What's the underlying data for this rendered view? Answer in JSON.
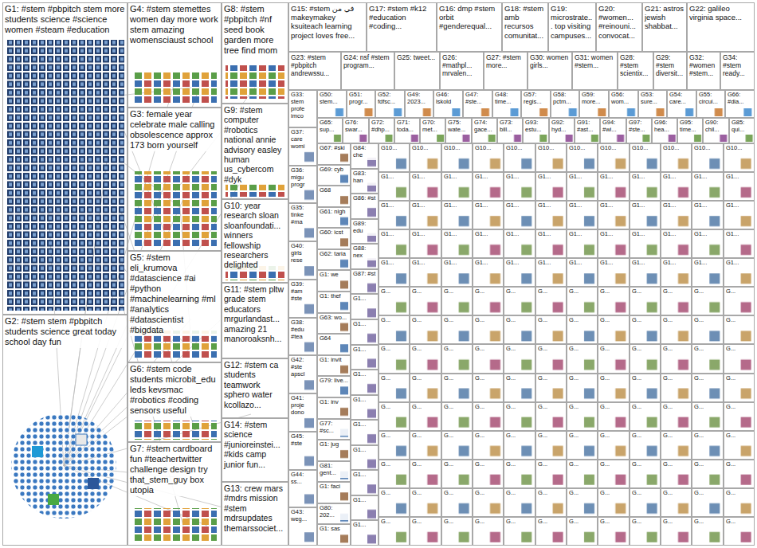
{
  "diagram": {
    "nodes": [
      {
        "text": [
          "G1: #stem #pbpitch stem more students science #science women #steam #education"
        ]
      },
      {
        "text": [
          "G2: #stem stem #pbpitch students science great today school day fun"
        ]
      },
      {
        "text": [
          "G4: #stem stemettes women day more work stem amazing womensciaust school"
        ]
      },
      {
        "text": [
          "G3: female year celebrate male calling obsolescence approx 173 born yourself"
        ]
      },
      {
        "text": [
          "G5: #stem eli_krumova #datascience #ai #python #machinelearning #ml #analytics #datascientist #bigdata"
        ]
      },
      {
        "text": [
          "G6: #stem code students microbit_edu leds kevsmac #robotics #coding sensors useful"
        ]
      },
      {
        "text": [
          "G7: #stem cardboard fun #teachertwitter challenge design try that_stem_guy box utopia"
        ]
      },
      {
        "text": [
          "G8: #stem #pbpitch #nf seed book garden more tree find mom"
        ]
      },
      {
        "text": [
          "G9: #stem computer #robotics national annie advisory easley human us_cybercom #dyk"
        ]
      },
      {
        "text": [
          "G10: year research sloan sloanfoundati... winners fellowship researchers delighted"
        ]
      },
      {
        "text": [
          "G11: #stem pltw grade stem educators mrgurlandast... amazing 21 manoroaksnh..."
        ]
      },
      {
        "text": [
          "G12: #stem ca students teamwork sphero water kcollazo..."
        ]
      },
      {
        "text": [
          "G14: #stem science #junioreinstei... #kids camp junior fun..."
        ]
      },
      {
        "text": [
          "G13: crew mars #mdrs mission #stem mdrsupdates themarssociet..."
        ]
      },
      {
        "text": [
          "G15: #stem في من makeymakey ksuiteach learning project loves free..."
        ]
      },
      {
        "text": [
          "G17: #stem #k12 #education #coding..."
        ]
      },
      {
        "text": [
          "G16: dmp #stem orbit #genderequal..."
        ]
      },
      {
        "text": [
          "G18: #stem amb recursos comunitat..."
        ]
      },
      {
        "text": [
          "G19: microstrate... top visiting campuses..."
        ]
      },
      {
        "text": [
          "G20: #women... #reinouni... convocat..."
        ]
      },
      {
        "text": [
          "G21: astros jewish shabbat..."
        ]
      },
      {
        "text": [
          "G22: galileo virginia space..."
        ]
      },
      {
        "text": [
          "G23: #stem #pbpitch andrewssu..."
        ]
      },
      {
        "text": [
          "G24: nsf #stem program..."
        ]
      },
      {
        "text": [
          "G25: tweet..."
        ]
      },
      {
        "text": [
          "G26: #mathpl... mrvalen..."
        ]
      },
      {
        "text": [
          "G27: #stem more..."
        ]
      },
      {
        "text": [
          "G30: women girls..."
        ]
      },
      {
        "text": [
          "G31: women #stem..."
        ]
      },
      {
        "text": [
          "G28: #stem scientix..."
        ]
      },
      {
        "text": [
          "G29: #stem diversit..."
        ]
      },
      {
        "text": [
          "G32: #women #stem..."
        ]
      },
      {
        "text": [
          "G34: #stem ready..."
        ]
      },
      {
        "text": [
          "G33: stem profe imco"
        ]
      },
      {
        "text": [
          "G50: stem..."
        ]
      },
      {
        "text": [
          "G51: progr..."
        ]
      },
      {
        "text": [
          "G52: fdfsc..."
        ]
      },
      {
        "text": [
          "G49: 2023..."
        ]
      },
      {
        "text": [
          "G46: lskold"
        ]
      },
      {
        "text": [
          "G47: #ste..."
        ]
      },
      {
        "text": [
          "G48: time..."
        ]
      },
      {
        "text": [
          "G57: regis..."
        ]
      },
      {
        "text": [
          "G58: pctm..."
        ]
      },
      {
        "text": [
          "G59: more..."
        ]
      },
      {
        "text": [
          "G56: wom..."
        ]
      },
      {
        "text": [
          "G53: sure..."
        ]
      },
      {
        "text": [
          "G54: care..."
        ]
      },
      {
        "text": [
          "G55: circui..."
        ]
      },
      {
        "text": [
          "G66: #dia..."
        ]
      },
      {
        "text": [
          "G65: sup..."
        ]
      },
      {
        "text": [
          "G76: swar..."
        ]
      },
      {
        "text": [
          "G72: #dhp..."
        ]
      },
      {
        "text": [
          "G71: toda..."
        ]
      },
      {
        "text": [
          "G70: met..."
        ]
      },
      {
        "text": [
          "G75: wate..."
        ]
      },
      {
        "text": [
          "G74: gace..."
        ]
      },
      {
        "text": [
          "G73: bill..."
        ]
      },
      {
        "text": [
          "G93: estu..."
        ]
      },
      {
        "text": [
          "G92: hyd..."
        ]
      },
      {
        "text": [
          "G91: #ast..."
        ]
      },
      {
        "text": [
          "G94: #wi..."
        ]
      },
      {
        "text": [
          "G97: #ste..."
        ]
      },
      {
        "text": [
          "G96: hea..."
        ]
      },
      {
        "text": [
          "G95: time..."
        ]
      },
      {
        "text": [
          "G90: chil..."
        ]
      },
      {
        "text": [
          "G85: qui..."
        ]
      },
      {
        "text": [
          "G37: care womi"
        ]
      },
      {
        "text": [
          "G36: migu progr"
        ]
      },
      {
        "text": [
          "G35: tinke #ma"
        ]
      },
      {
        "text": [
          "G40: girls rese"
        ]
      },
      {
        "text": [
          "G39: #am #ste"
        ]
      },
      {
        "text": [
          "G38: #edu #tea"
        ]
      },
      {
        "text": [
          "G42: #ste apscl"
        ]
      },
      {
        "text": [
          "G41: proje dono"
        ]
      },
      {
        "text": [
          "G45: #ste"
        ]
      },
      {
        "text": [
          "G44: ss..."
        ]
      },
      {
        "text": [
          "G43: weg..."
        ]
      },
      {
        "text": [
          "G67: #ski"
        ]
      },
      {
        "text": [
          "G69: cyb"
        ]
      },
      {
        "text": [
          "G68"
        ]
      },
      {
        "text": [
          "G61: nigh"
        ]
      },
      {
        "text": [
          "G60: icst"
        ]
      },
      {
        "text": [
          "G62: taria"
        ]
      },
      {
        "text": [
          "G1: we"
        ]
      },
      {
        "text": [
          "G1: thef"
        ]
      },
      {
        "text": [
          "G63: wo..."
        ]
      },
      {
        "text": [
          "G64"
        ]
      },
      {
        "text": [
          "G1: invit"
        ]
      },
      {
        "text": [
          "G79: live..."
        ]
      },
      {
        "text": [
          "G1: inv"
        ]
      },
      {
        "text": [
          "G77: #sc..."
        ]
      },
      {
        "text": [
          "G1: jug"
        ]
      },
      {
        "text": [
          "G81: gent..."
        ]
      },
      {
        "text": [
          "G1: faci"
        ]
      },
      {
        "text": [
          "G80: 202..."
        ]
      },
      {
        "text": [
          "G1: sas"
        ]
      },
      {
        "text": [
          "G84: che"
        ]
      },
      {
        "text": [
          "G83: han"
        ]
      },
      {
        "text": [
          "G86: #st"
        ]
      },
      {
        "text": [
          "G89: edu"
        ]
      },
      {
        "text": [
          "G88: nex"
        ]
      },
      {
        "text": [
          "G87: #st"
        ]
      },
      {
        "text": [
          "G1..."
        ]
      },
      {
        "text": [
          "G1..."
        ]
      },
      {
        "text": [
          "G1..."
        ]
      },
      {
        "text": [
          "G1..."
        ]
      },
      {
        "text": [
          "G1..."
        ]
      },
      {
        "text": [
          "G1..."
        ]
      },
      {
        "text": [
          "G1..."
        ]
      },
      {
        "text": [
          "G1..."
        ]
      },
      {
        "text": [
          "G1..."
        ]
      },
      {
        "text": [
          "G1..."
        ]
      },
      {
        "text": [
          "G10..."
        ]
      },
      {
        "text": [
          "G10..."
        ]
      },
      {
        "text": [
          "G10..."
        ]
      },
      {
        "text": [
          "G10..."
        ]
      },
      {
        "text": [
          "G10..."
        ]
      },
      {
        "text": [
          "G10..."
        ]
      },
      {
        "text": [
          "G10..."
        ]
      },
      {
        "text": [
          "G10..."
        ]
      },
      {
        "text": [
          "G10..."
        ]
      },
      {
        "text": [
          "G10..."
        ]
      },
      {
        "text": [
          "G10..."
        ]
      },
      {
        "text": [
          "G10..."
        ]
      },
      {
        "text": [
          "G1..."
        ]
      },
      {
        "text": [
          "G1..."
        ]
      },
      {
        "text": [
          "G1..."
        ]
      },
      {
        "text": [
          "G1..."
        ]
      },
      {
        "text": [
          "G1..."
        ]
      },
      {
        "text": [
          "G1..."
        ]
      },
      {
        "text": [
          "G1..."
        ]
      },
      {
        "text": [
          "G1..."
        ]
      },
      {
        "text": [
          "G1..."
        ]
      },
      {
        "text": [
          "G1..."
        ]
      },
      {
        "text": [
          "G1..."
        ]
      },
      {
        "text": [
          "G1..."
        ]
      },
      {
        "text": [
          "G1..."
        ]
      },
      {
        "text": [
          "G1..."
        ]
      },
      {
        "text": [
          "G1..."
        ]
      },
      {
        "text": [
          "G1..."
        ]
      },
      {
        "text": [
          "G1..."
        ]
      },
      {
        "text": [
          "G1..."
        ]
      },
      {
        "text": [
          "G1..."
        ]
      },
      {
        "text": [
          "G1..."
        ]
      },
      {
        "text": [
          "G1..."
        ]
      },
      {
        "text": [
          "G1..."
        ]
      },
      {
        "text": [
          "G1..."
        ]
      },
      {
        "text": [
          "G1..."
        ]
      },
      {
        "text": [
          "G1..."
        ]
      },
      {
        "text": [
          "G1..."
        ]
      },
      {
        "text": [
          "G1..."
        ]
      },
      {
        "text": [
          "G1..."
        ]
      },
      {
        "text": [
          "G1..."
        ]
      },
      {
        "text": [
          "G1..."
        ]
      },
      {
        "text": [
          "G1..."
        ]
      },
      {
        "text": [
          "G1..."
        ]
      },
      {
        "text": [
          "G1..."
        ]
      },
      {
        "text": [
          "G1..."
        ]
      },
      {
        "text": [
          "G1..."
        ]
      },
      {
        "text": [
          "G1..."
        ]
      },
      {
        "text": [
          "G1..."
        ]
      },
      {
        "text": [
          "G1..."
        ]
      },
      {
        "text": [
          "G1..."
        ]
      },
      {
        "text": [
          "G1..."
        ]
      },
      {
        "text": [
          "G1..."
        ]
      },
      {
        "text": [
          "G1..."
        ]
      },
      {
        "text": [
          "G1..."
        ]
      },
      {
        "text": [
          "G1..."
        ]
      },
      {
        "text": [
          "G1..."
        ]
      },
      {
        "text": [
          "G1..."
        ]
      },
      {
        "text": [
          "G1..."
        ]
      },
      {
        "text": [
          "G1..."
        ]
      },
      {
        "text": [
          "G..."
        ]
      },
      {
        "text": [
          "G..."
        ]
      },
      {
        "text": [
          "G..."
        ]
      },
      {
        "text": [
          "G..."
        ]
      },
      {
        "text": [
          "G..."
        ]
      },
      {
        "text": [
          "G..."
        ]
      },
      {
        "text": [
          "G..."
        ]
      },
      {
        "text": [
          "G..."
        ]
      },
      {
        "text": [
          "G..."
        ]
      },
      {
        "text": [
          "G..."
        ]
      },
      {
        "text": [
          "G..."
        ]
      },
      {
        "text": [
          "G..."
        ]
      },
      {
        "text": [
          "G..."
        ]
      },
      {
        "text": [
          "G..."
        ]
      },
      {
        "text": [
          "G..."
        ]
      },
      {
        "text": [
          "G..."
        ]
      },
      {
        "text": [
          "G..."
        ]
      },
      {
        "text": [
          "G..."
        ]
      },
      {
        "text": [
          "G..."
        ]
      },
      {
        "text": [
          "G..."
        ]
      },
      {
        "text": [
          "G..."
        ]
      },
      {
        "text": [
          "G..."
        ]
      },
      {
        "text": [
          "G..."
        ]
      },
      {
        "text": [
          "G..."
        ]
      },
      {
        "text": [
          "G..."
        ]
      },
      {
        "text": [
          "G..."
        ]
      },
      {
        "text": [
          "G..."
        ]
      },
      {
        "text": [
          "G..."
        ]
      },
      {
        "text": [
          "G..."
        ]
      },
      {
        "text": [
          "G..."
        ]
      },
      {
        "text": [
          "G..."
        ]
      },
      {
        "text": [
          "G..."
        ]
      },
      {
        "text": [
          "G..."
        ]
      },
      {
        "text": [
          "G..."
        ]
      },
      {
        "text": [
          "G..."
        ]
      },
      {
        "text": [
          "G..."
        ]
      },
      {
        "text": [
          "G..."
        ]
      },
      {
        "text": [
          "G..."
        ]
      },
      {
        "text": [
          "G..."
        ]
      },
      {
        "text": [
          "G..."
        ]
      },
      {
        "text": [
          "G..."
        ]
      },
      {
        "text": [
          "G..."
        ]
      },
      {
        "text": [
          "G..."
        ]
      },
      {
        "text": [
          "G..."
        ]
      },
      {
        "text": [
          "G..."
        ]
      },
      {
        "text": [
          "G..."
        ]
      },
      {
        "text": [
          "G..."
        ]
      },
      {
        "text": [
          "G..."
        ]
      },
      {
        "text": [
          "G..."
        ]
      },
      {
        "text": [
          "G..."
        ]
      },
      {
        "text": [
          "G..."
        ]
      },
      {
        "text": [
          "G..."
        ]
      },
      {
        "text": [
          "G..."
        ]
      },
      {
        "text": [
          "G..."
        ]
      },
      {
        "text": [
          "G..."
        ]
      },
      {
        "text": [
          "G..."
        ]
      },
      {
        "text": [
          "G..."
        ]
      },
      {
        "text": [
          "G..."
        ]
      },
      {
        "text": [
          "G..."
        ]
      },
      {
        "text": [
          "G..."
        ]
      },
      {
        "text": [
          "G..."
        ]
      },
      {
        "text": [
          "G..."
        ]
      },
      {
        "text": [
          "G..."
        ]
      },
      {
        "text": [
          "G..."
        ]
      },
      {
        "text": [
          "G..."
        ]
      },
      {
        "text": [
          "G..."
        ]
      },
      {
        "text": [
          "G..."
        ]
      },
      {
        "text": [
          "G..."
        ]
      },
      {
        "text": [
          "G..."
        ]
      },
      {
        "text": [
          "G..."
        ]
      },
      {
        "text": [
          "G..."
        ]
      },
      {
        "text": [
          "G..."
        ]
      },
      {
        "text": [
          "G..."
        ]
      },
      {
        "text": [
          "G..."
        ]
      },
      {
        "text": [
          "G..."
        ]
      },
      {
        "text": [
          "G..."
        ]
      },
      {
        "text": [
          "G..."
        ]
      },
      {
        "text": [
          "G..."
        ]
      },
      {
        "text": [
          "G..."
        ]
      },
      {
        "text": [
          "G..."
        ]
      },
      {
        "text": [
          "G..."
        ]
      },
      {
        "text": [
          "G..."
        ]
      },
      {
        "text": [
          "G..."
        ]
      },
      {
        "text": [
          "G..."
        ]
      },
      {
        "text": [
          "G..."
        ]
      },
      {
        "text": [
          "G..."
        ]
      },
      {
        "text": [
          "G..."
        ]
      },
      {
        "text": [
          "G..."
        ]
      },
      {
        "text": [
          "G..."
        ]
      },
      {
        "text": [
          "G..."
        ]
      },
      {
        "text": [
          "G..."
        ]
      },
      {
        "text": [
          "G..."
        ]
      },
      {
        "text": [
          "G..."
        ]
      },
      {
        "text": [
          "G..."
        ]
      },
      {
        "text": [
          "G..."
        ]
      },
      {
        "text": [
          "G..."
        ]
      },
      {
        "text": [
          "G..."
        ]
      },
      {
        "text": [
          "G..."
        ]
      },
      {
        "text": [
          "G..."
        ]
      },
      {
        "text": [
          "G..."
        ]
      },
      {
        "text": [
          "G..."
        ]
      },
      {
        "text": [
          "G..."
        ]
      },
      {
        "text": [
          "G..."
        ]
      },
      {
        "text": [
          "G..."
        ]
      },
      {
        "text": [
          "G..."
        ]
      },
      {
        "text": [
          "G..."
        ]
      },
      {
        "text": [
          "G..."
        ]
      },
      {
        "text": [
          "G..."
        ]
      }
    ]
  }
}
